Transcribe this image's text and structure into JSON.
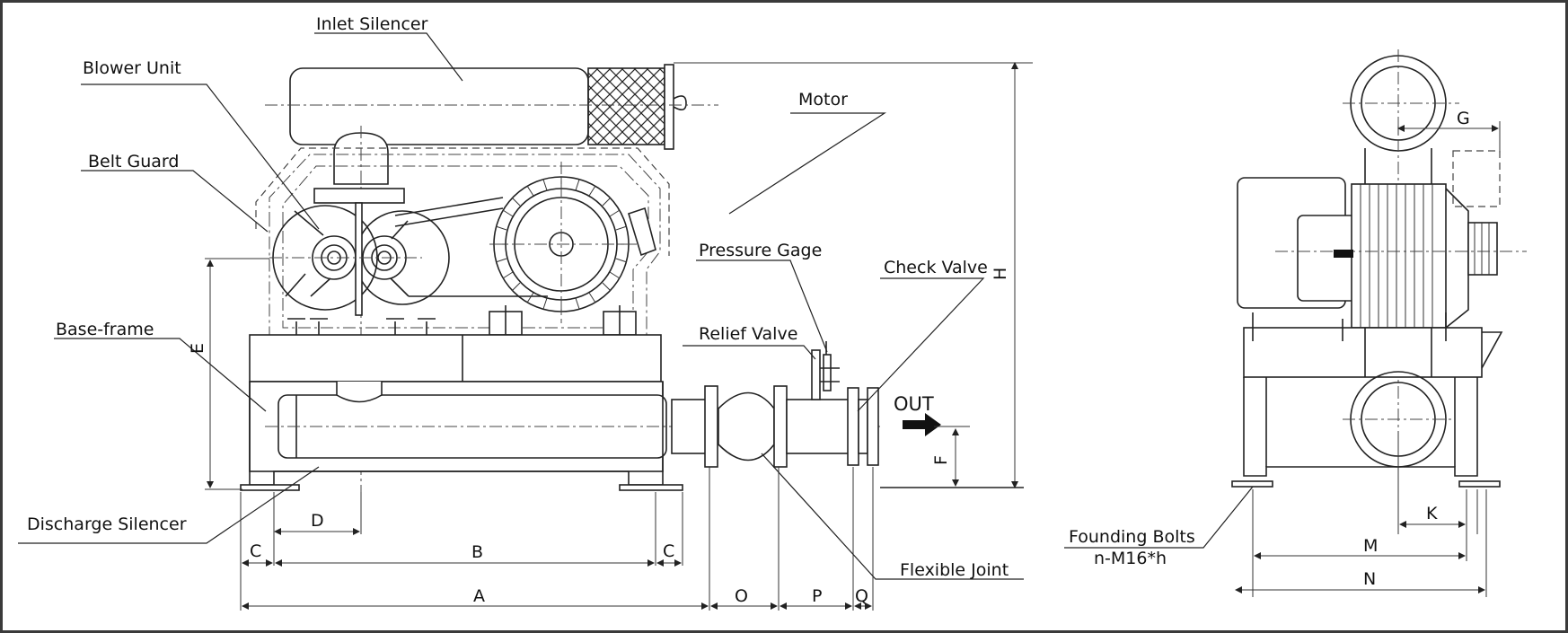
{
  "labels": {
    "inlet_silencer": "Inlet Silencer",
    "blower_unit": "Blower Unit",
    "belt_guard": "Belt Guard",
    "base_frame": "Base-frame",
    "discharge_silencer": "Discharge Silencer",
    "motor": "Motor",
    "pressure_gage": "Pressure Gage",
    "relief_valve": "Relief Valve",
    "check_valve": "Check Valve",
    "out": "OUT",
    "flexible_joint": "Flexible Joint",
    "founding_bolts_1": "Founding Bolts",
    "founding_bolts_2": "n-M16*h"
  },
  "dimensions": {
    "A": "A",
    "B": "B",
    "C": "C",
    "D": "D",
    "E": "E",
    "F": "F",
    "G": "G",
    "H": "H",
    "K": "K",
    "M": "M",
    "N": "N",
    "O": "O",
    "P": "P",
    "Q": "Q"
  }
}
